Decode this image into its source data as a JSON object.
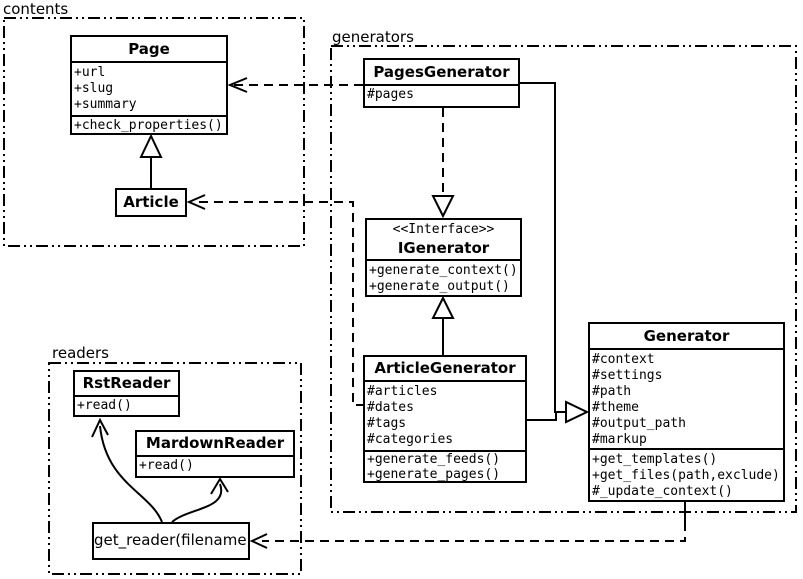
{
  "diagram": {
    "type": "uml-class-diagram",
    "colors": {
      "line": "#000000",
      "background": "#ffffff"
    }
  },
  "packages": {
    "contents": {
      "label": "contents"
    },
    "generators": {
      "label": "generators"
    },
    "readers": {
      "label": "readers"
    }
  },
  "classes": {
    "page": {
      "name": "Page",
      "attributes": [
        "+url",
        "+slug",
        "+summary"
      ],
      "methods": [
        "+check_properties()"
      ]
    },
    "article": {
      "name": "Article"
    },
    "pages_generator": {
      "name": "PagesGenerator",
      "attributes": [
        "#pages"
      ]
    },
    "igenerator": {
      "stereotype": "<<Interface>>",
      "name": "IGenerator",
      "methods": [
        "+generate_context()",
        "+generate_output()"
      ]
    },
    "article_generator": {
      "name": "ArticleGenerator",
      "attributes": [
        "#articles",
        "#dates",
        "#tags",
        "#categories"
      ],
      "methods": [
        "+generate_feeds()",
        "+generate_pages()"
      ]
    },
    "generator": {
      "name": "Generator",
      "attributes": [
        "#context",
        "#settings",
        "#path",
        "#theme",
        "#output_path",
        "#markup"
      ],
      "methods": [
        "+get_templates()",
        "+get_files(path,exclude)",
        "#_update_context()"
      ]
    },
    "rst_reader": {
      "name": "RstReader",
      "methods": [
        "+read()"
      ]
    },
    "mardown_reader": {
      "name": "MardownReader",
      "methods": [
        "+read()"
      ]
    },
    "get_reader": {
      "label": "get_reader(filename)"
    }
  },
  "relations": {
    "article_extends_page": "inheritance",
    "articlegenerator_realizes_igenerator": "inheritance",
    "pagesgenerator_realizes_igenerator": "dashed-realization",
    "pagesgenerator_depends_page": "dashed-dependency",
    "articlegenerator_depends_article": "dashed-dependency",
    "generators_extend_generator": "inheritance",
    "generator_depends_getreader": "dashed-dependency",
    "getreader_to_rstreader": "curved-arrow",
    "getreader_to_mardownreader": "curved-arrow"
  }
}
